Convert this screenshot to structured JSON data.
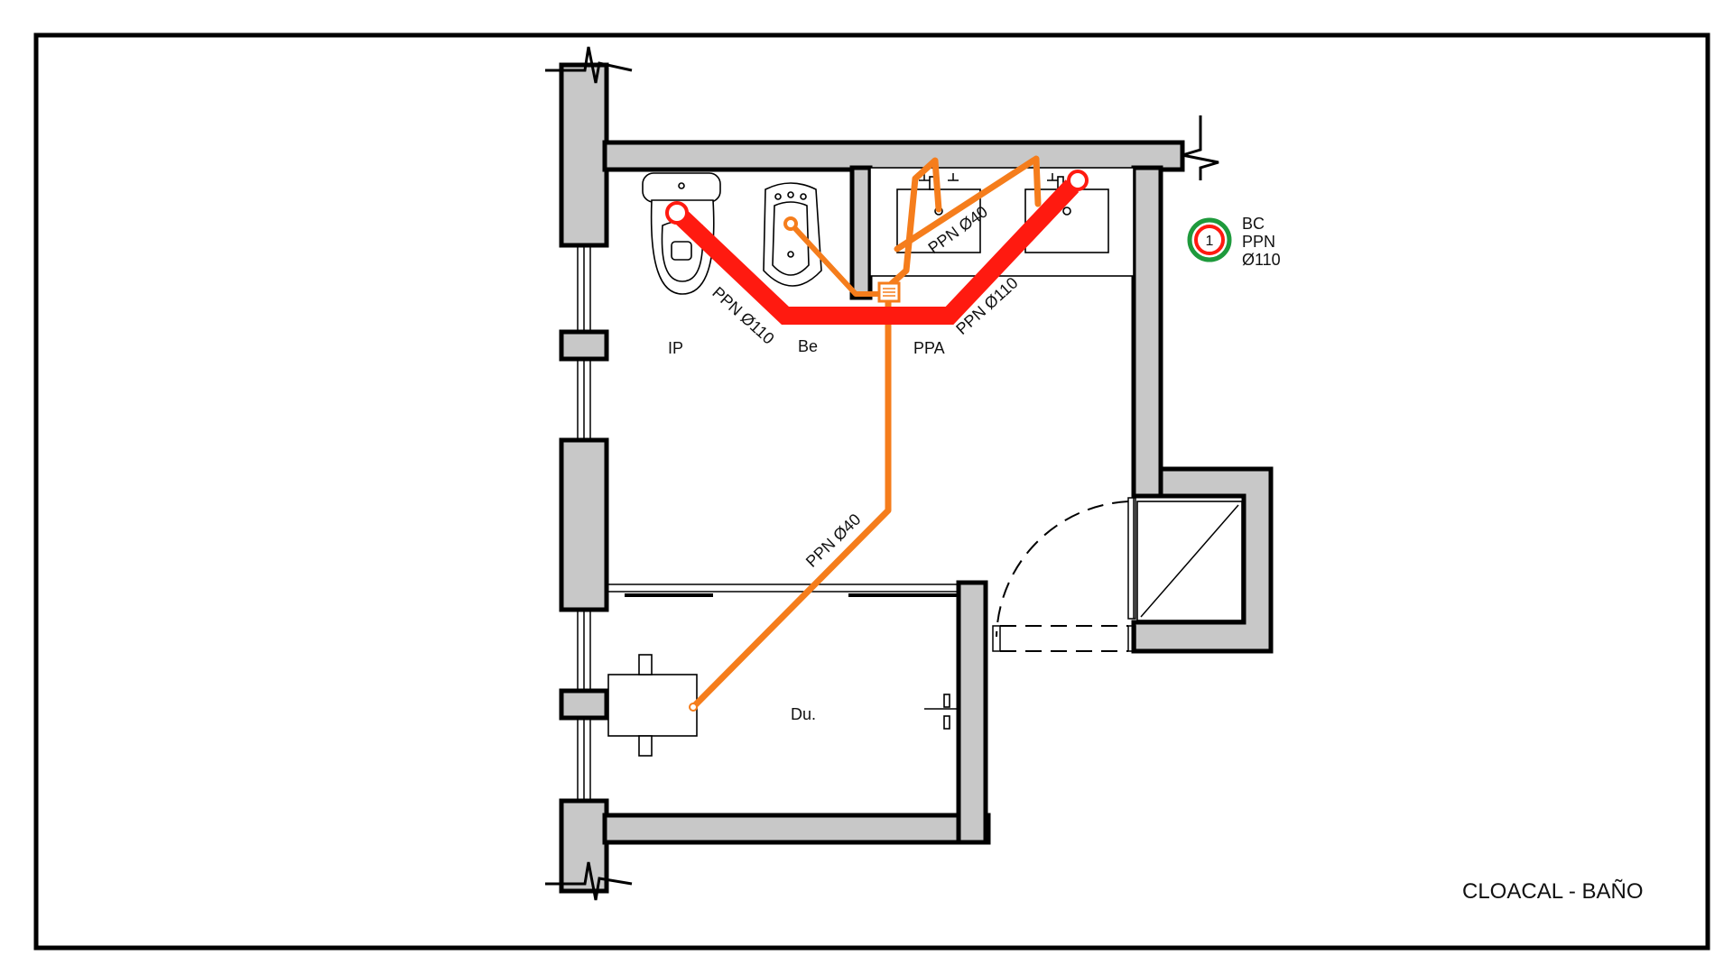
{
  "title": "CLOACAL - BAÑO",
  "colors": {
    "main_pipe": "#ff1a10",
    "secondary_pipe": "#f57d1c",
    "wall_fill": "#c8c8c8",
    "legend_ring": "#1e9a3c"
  },
  "rooms": {
    "toilet": "IP",
    "bidet": "Be",
    "sink": "PPA",
    "shower": "Du."
  },
  "pipe_labels": {
    "main_left": "PPN Ø110",
    "main_right": "PPN Ø110",
    "sink_drain": "PPN Ø40",
    "shower_drain": "PPN Ø40"
  },
  "legend": {
    "number": "1",
    "line1": "BC",
    "line2": "PPN",
    "line3": "Ø110"
  }
}
